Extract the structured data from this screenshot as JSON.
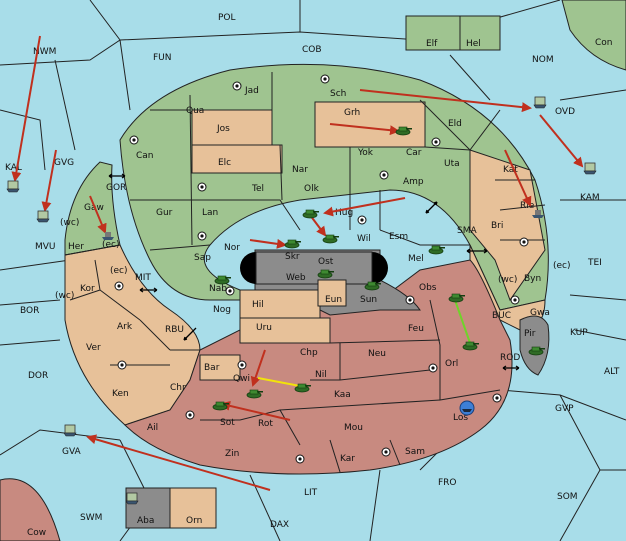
{
  "map": {
    "colors": {
      "sea": "#a8dde9",
      "player_green": "#9fc490",
      "player_tan": "#e7c199",
      "player_red": "#c88a80",
      "player_gray": "#8c8c8c",
      "order_red": "#c0301e",
      "order_yellow": "#f2e30a",
      "order_green": "#6fd42a",
      "fleet_blue": "#3d7fd6"
    },
    "sea_labels": [
      "POL",
      "COB",
      "FUN",
      "NOM",
      "NWM",
      "GVG",
      "OVD",
      "KAL",
      "KAM",
      "MVU",
      "GOR",
      "TEI",
      "MIT",
      "BOR",
      "DOR",
      "RBU",
      "BUC",
      "KUP",
      "ROD",
      "ALT",
      "GVP",
      "GVA",
      "FRO",
      "LIT",
      "SOM",
      "SWM",
      "DAX",
      "SMA"
    ],
    "land_labels": [
      "Elf",
      "Hel",
      "Con",
      "Jad",
      "Sch",
      "Qua",
      "Grh",
      "Eld",
      "Jos",
      "Can",
      "Car",
      "Yok",
      "Elc",
      "Nar",
      "Uta",
      "Tel",
      "Gur",
      "Olk",
      "Amp",
      "Kat",
      "Lan",
      "Hug",
      "Rle",
      "Gaw",
      "Nor",
      "Her",
      "Skr",
      "Wil",
      "Esm",
      "Bri",
      "Mel",
      "Sap",
      "Ost",
      "Web",
      "Kor",
      "Byn",
      "Nab",
      "Obs",
      "Eun",
      "Sun",
      "Hil",
      "Nog",
      "Ark",
      "Pir",
      "Gwa",
      "Uru",
      "Feu",
      "Ver",
      "Chp",
      "Orl",
      "Neu",
      "Bar",
      "Qwi",
      "Nil",
      "Ken",
      "Chr",
      "Kaa",
      "Los",
      "Sot",
      "Rot",
      "Ail",
      "Mou",
      "Zin",
      "Kar",
      "Sam",
      "Cow",
      "Aba",
      "Orn"
    ],
    "ec_labels": [
      "(ec)",
      "(wc)",
      "(ec)",
      "(wc)",
      "(ec)",
      "(wc)"
    ]
  }
}
